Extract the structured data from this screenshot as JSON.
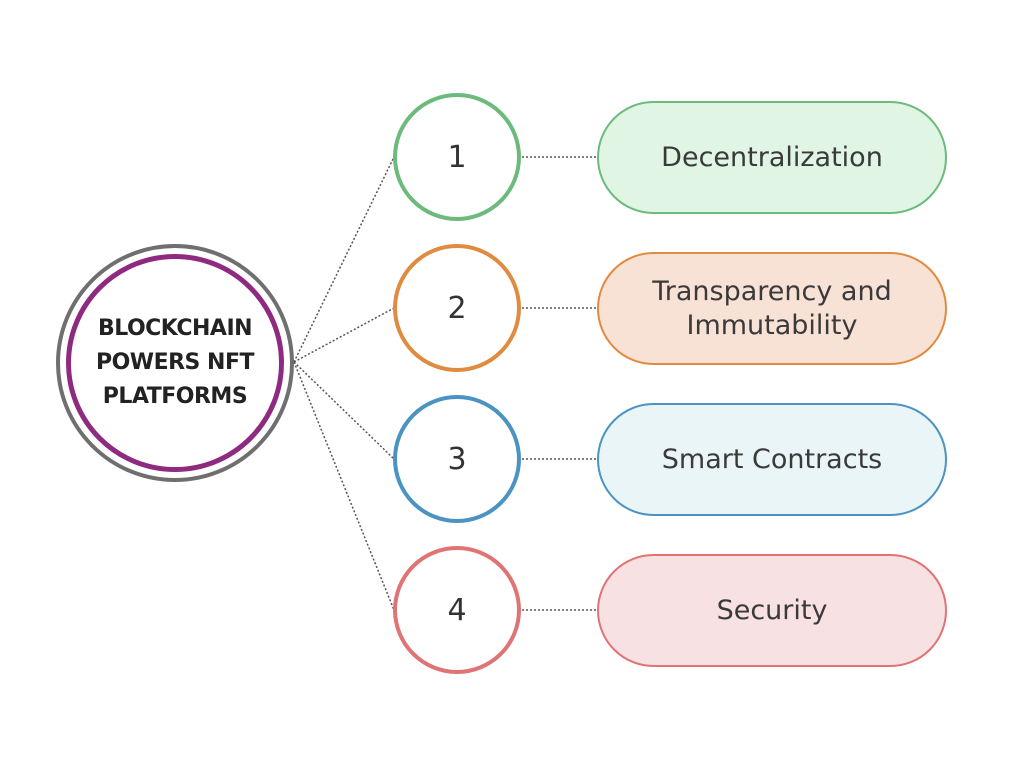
{
  "hub": {
    "title": "BLOCKCHAIN\nPOWERS NFT\nPLATFORMS",
    "outer_ring_color": "#6f6f6f",
    "inner_ring_color": "#8e2a7f"
  },
  "items": [
    {
      "number": "1",
      "label": "Decentralization",
      "stroke": "#6dba7d",
      "fill": "#e0f5e4"
    },
    {
      "number": "2",
      "label": "Transparency and Immutability",
      "stroke": "#e08b3f",
      "fill": "#f8e2d6"
    },
    {
      "number": "3",
      "label": "Smart Contracts",
      "stroke": "#4a93c2",
      "fill": "#eaf5f8"
    },
    {
      "number": "4",
      "label": "Security",
      "stroke": "#e07474",
      "fill": "#f7e1e2"
    }
  ],
  "connector_color": "#555555"
}
